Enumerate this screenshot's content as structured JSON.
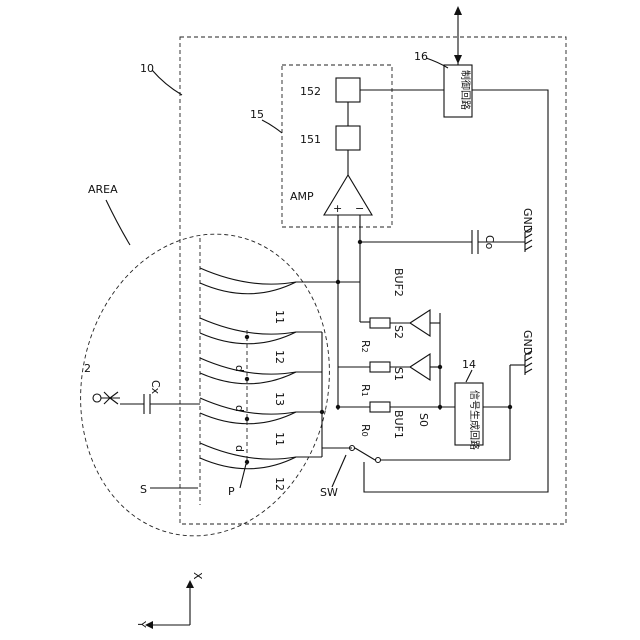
{
  "labels": {
    "device": "10",
    "area": "AREA",
    "finger": "2",
    "cx": "Cx",
    "surface": "S",
    "point": "P",
    "switch": "SW",
    "detector": "15",
    "block152": "152",
    "block151": "151",
    "amp": "AMP",
    "control_ref": "16",
    "control": "制御回路",
    "co": "Co",
    "gnd": "GND",
    "buf1": "BUF1",
    "buf2": "BUF2",
    "r0": "R",
    "r0_sub": "0",
    "r1": "R",
    "r1_sub": "1",
    "r2": "R",
    "r2_sub": "2",
    "s0": "S0",
    "s1": "S1",
    "s2": "S2",
    "siggen_ref": "14",
    "siggen": "信号生成回路",
    "d": "d",
    "electrode_11": "11",
    "electrode_12": "12",
    "electrode_13": "13",
    "axis_x": "X",
    "axis_y": "Y",
    "plus": "+",
    "minus": "−"
  }
}
